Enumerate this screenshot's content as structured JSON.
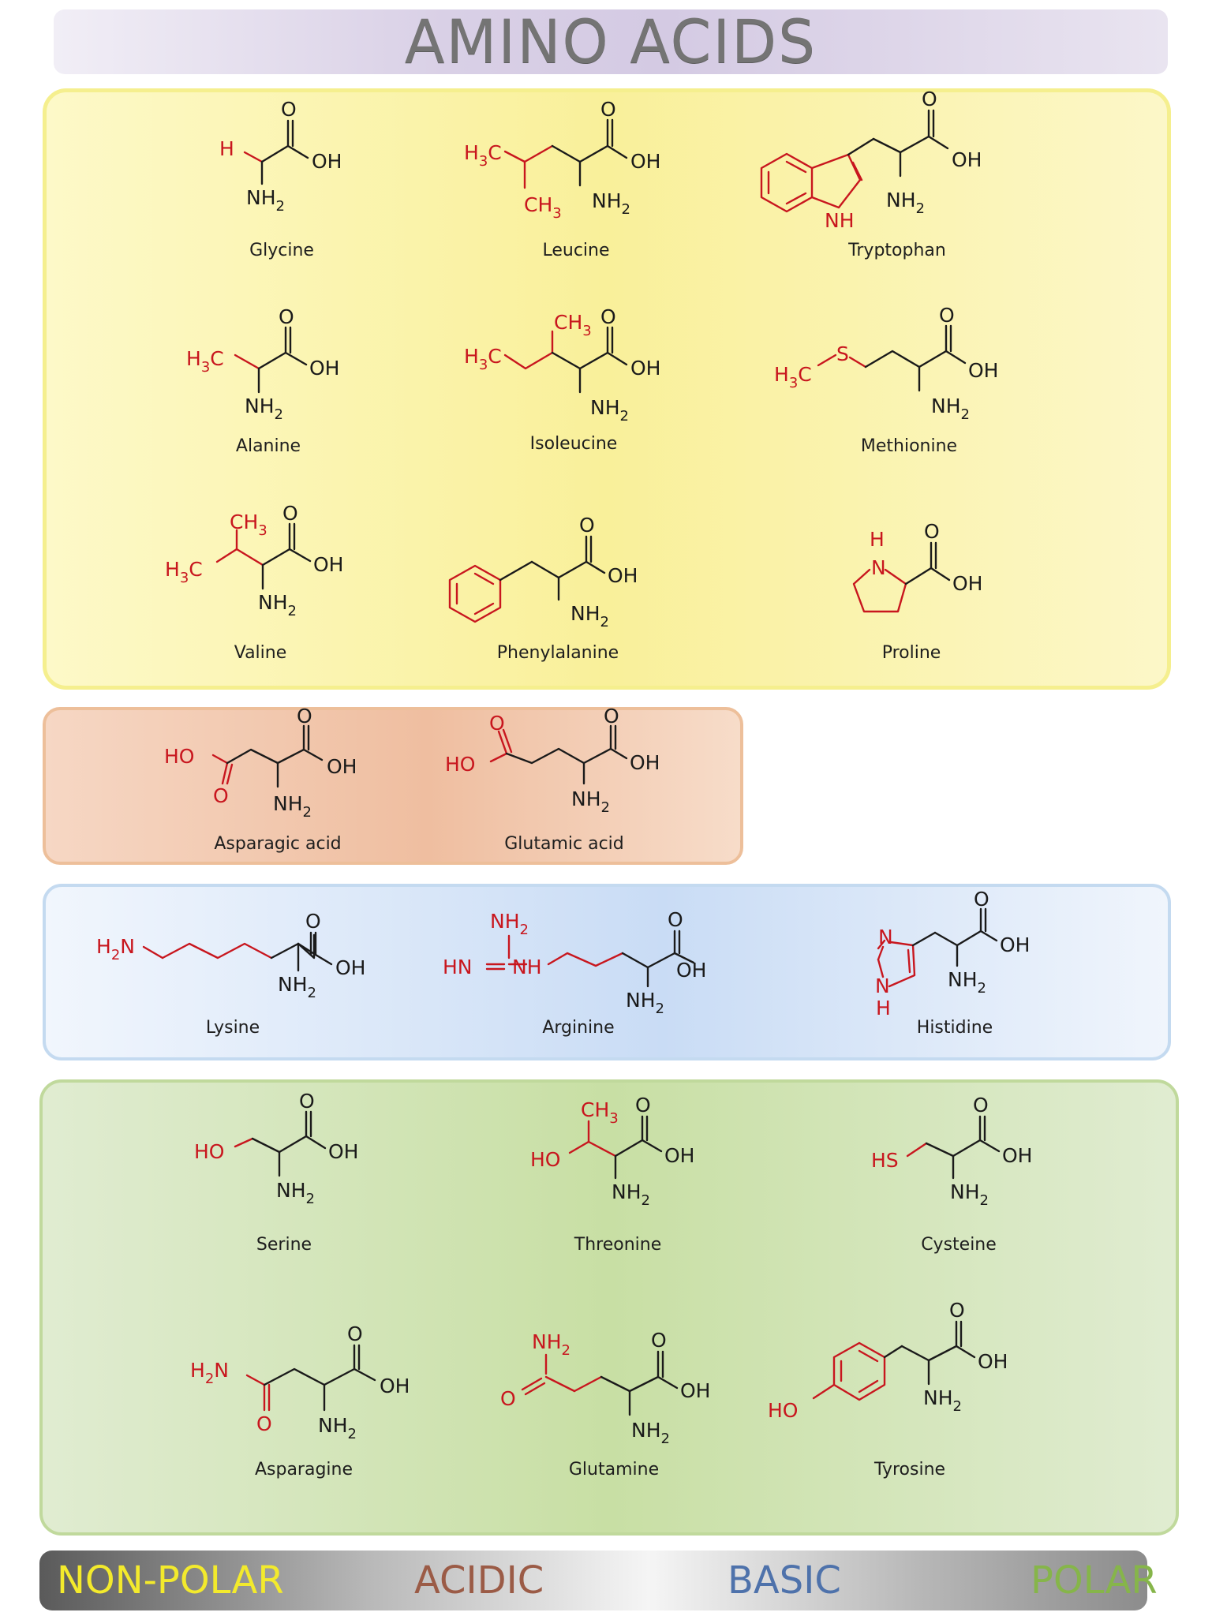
{
  "title": "AMINO ACIDS",
  "legend": [
    {
      "label": "NON-POLAR",
      "color": "#f3ea2c"
    },
    {
      "label": "ACIDIC",
      "color": "#9b5b46"
    },
    {
      "label": "BASIC",
      "color": "#4e72ab"
    },
    {
      "label": "POLAR",
      "color": "#86b54a"
    }
  ],
  "colors": {
    "backbone": "#1a1a1a",
    "side_chain": "#c8161e"
  },
  "groups": {
    "nonpolar": [
      "Glycine",
      "Leucine",
      "Tryptophan",
      "Alanine",
      "Isoleucine",
      "Methionine",
      "Valine",
      "Phenylalanine",
      "Proline"
    ],
    "acidic": [
      "Asparagic acid",
      "Glutamic acid"
    ],
    "basic": [
      "Lysine",
      "Arginine",
      "Histidine"
    ],
    "polar": [
      "Serine",
      "Threonine",
      "Cysteine",
      "Asparagine",
      "Glutamine",
      "Tyrosine"
    ]
  },
  "atoms": {
    "O": "O",
    "OH": "OH",
    "N": "N",
    "NH": "NH",
    "H": "H",
    "NH2": "NH",
    "sub2": "2",
    "sub3": "3",
    "H3C": "H",
    "C": "C",
    "CH3": "CH",
    "S": "S",
    "HO": "HO",
    "HS": "HS",
    "H2N": "H",
    "HN": "HN"
  }
}
